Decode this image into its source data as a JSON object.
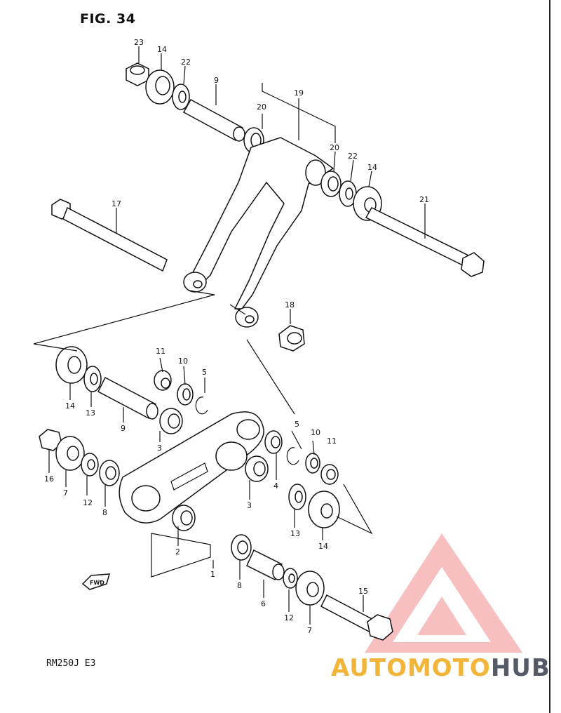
{
  "figure": {
    "title": "FIG. 34",
    "model": "RM250J  E3"
  },
  "fwd_label": "FWD",
  "watermark": {
    "part1": "AUTOMOTO",
    "part2": "HUB",
    "colors": {
      "triangle": "#f28c8c",
      "text_main": "#f3b43a",
      "text_hub": "#555a66"
    }
  },
  "callouts": {
    "c23": "23",
    "c14a": "14",
    "c22a": "22",
    "c9a": "9",
    "c19": "19",
    "c20a": "20",
    "c20b": "20",
    "c22b": "22",
    "c14b": "14",
    "c21": "21",
    "c17": "17",
    "c18": "18",
    "c11a": "11",
    "c10a": "10",
    "c5a": "5",
    "c14c": "14",
    "c13a": "13",
    "c9b": "9",
    "c3a": "3",
    "c16": "16",
    "c7a": "7",
    "c12a": "12",
    "c8a": "8",
    "c5b": "5",
    "c10b": "10",
    "c11b": "11",
    "c4": "4",
    "c3b": "3",
    "c13b": "13",
    "c14d": "14",
    "c2": "2",
    "c1": "1",
    "c8b": "8",
    "c6": "6",
    "c12b": "12",
    "c7b": "7",
    "c15": "15"
  }
}
